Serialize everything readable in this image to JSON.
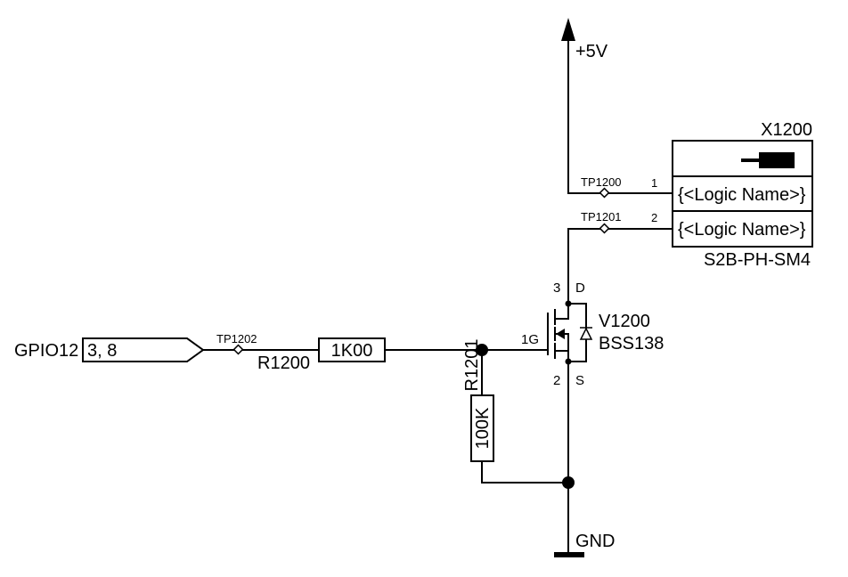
{
  "power": {
    "label": "+5V"
  },
  "ground": {
    "label": "GND"
  },
  "connector": {
    "ref": "X1200",
    "part": "S2B-PH-SM4",
    "pins": [
      {
        "num": "1",
        "logic_name": "{<Logic Name>}"
      },
      {
        "num": "2",
        "logic_name": "{<Logic Name>}"
      }
    ]
  },
  "test_points": {
    "tp1200": "TP1200",
    "tp1201": "TP1201",
    "tp1202": "TP1202"
  },
  "input_port": {
    "name": "GPIO12",
    "refs": "3, 8"
  },
  "resistor_series": {
    "ref": "R1200",
    "value": "1K00"
  },
  "resistor_pulldown": {
    "ref": "R1201",
    "value": "100K"
  },
  "mosfet": {
    "ref": "V1200",
    "part": "BSS138",
    "pin_drain_num": "3",
    "pin_drain": "D",
    "pin_gate": "1G",
    "pin_source_num": "2",
    "pin_source": "S"
  }
}
